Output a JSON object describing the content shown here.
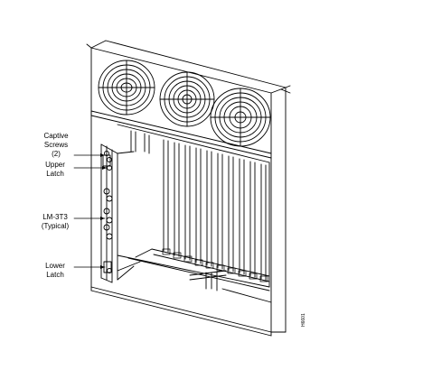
{
  "callouts": {
    "captive_screws": [
      "Captive",
      "Screws",
      "(2)"
    ],
    "upper_latch": [
      "Upper",
      "Latch"
    ],
    "lm_3t3": [
      "LM-3T3",
      "(Typical)"
    ],
    "lower_latch": [
      "Lower",
      "Latch"
    ]
  },
  "figure_id": "H6601",
  "colors": {
    "line": "#000000",
    "background": "#ffffff"
  }
}
